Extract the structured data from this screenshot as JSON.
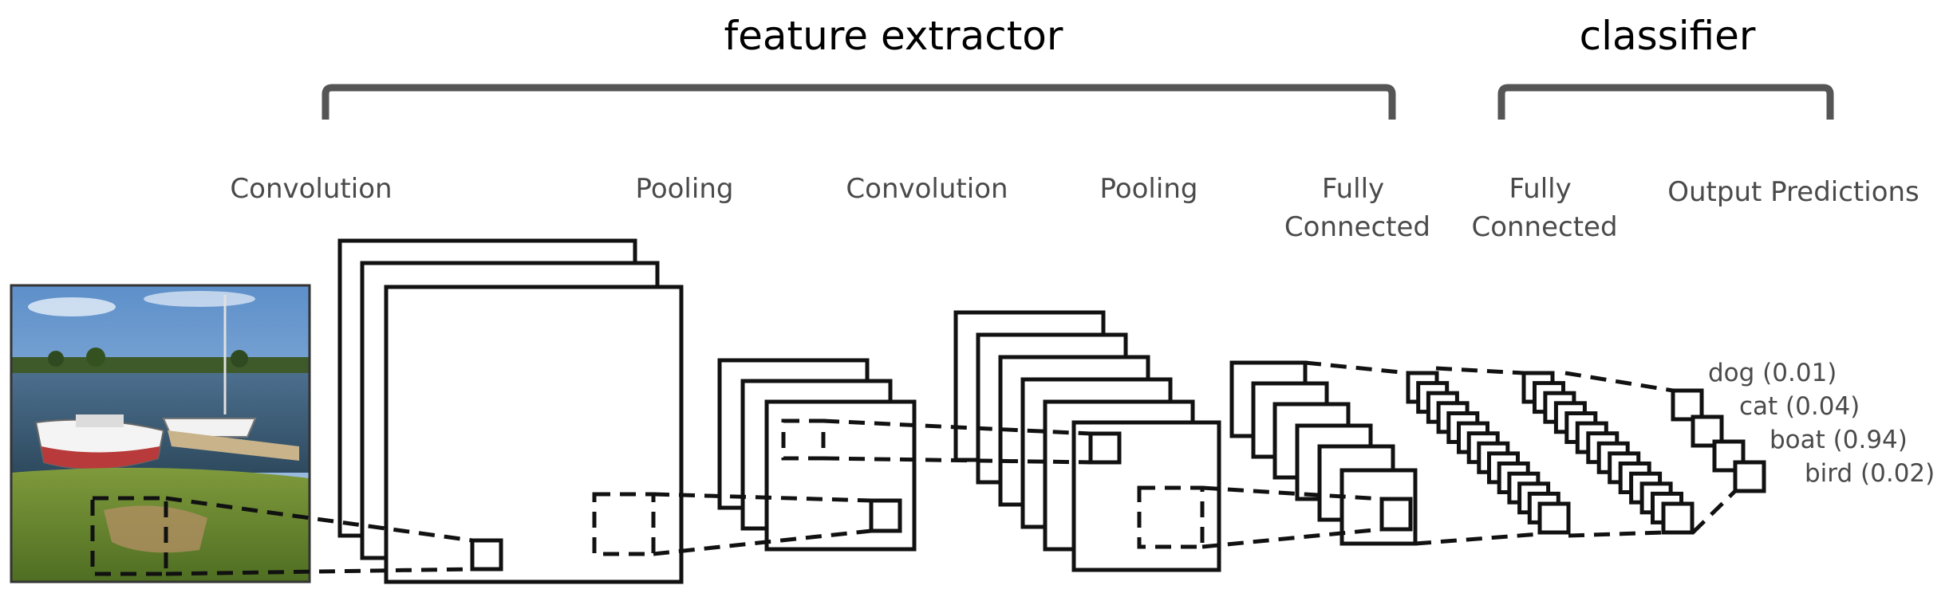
{
  "headers": {
    "feature_extractor": "feature extractor",
    "classifier": "classifier"
  },
  "stage_labels": {
    "conv1": "Convolution",
    "pool1": "Pooling",
    "conv2": "Convolution",
    "pool2": "Pooling",
    "fc1": [
      "Fully",
      "Connected"
    ],
    "fc2": [
      "Fully",
      "Connected"
    ],
    "output": "Output Predictions"
  },
  "predictions": [
    {
      "label": "dog (0.01)"
    },
    {
      "label": "cat (0.04)"
    },
    {
      "label": "boat (0.94)"
    },
    {
      "label": "bird (0.02)"
    }
  ],
  "colors": {
    "bracket": "#555555",
    "lines": "#111111",
    "label_text": "#4a4a4a",
    "header_text": "#000000"
  }
}
